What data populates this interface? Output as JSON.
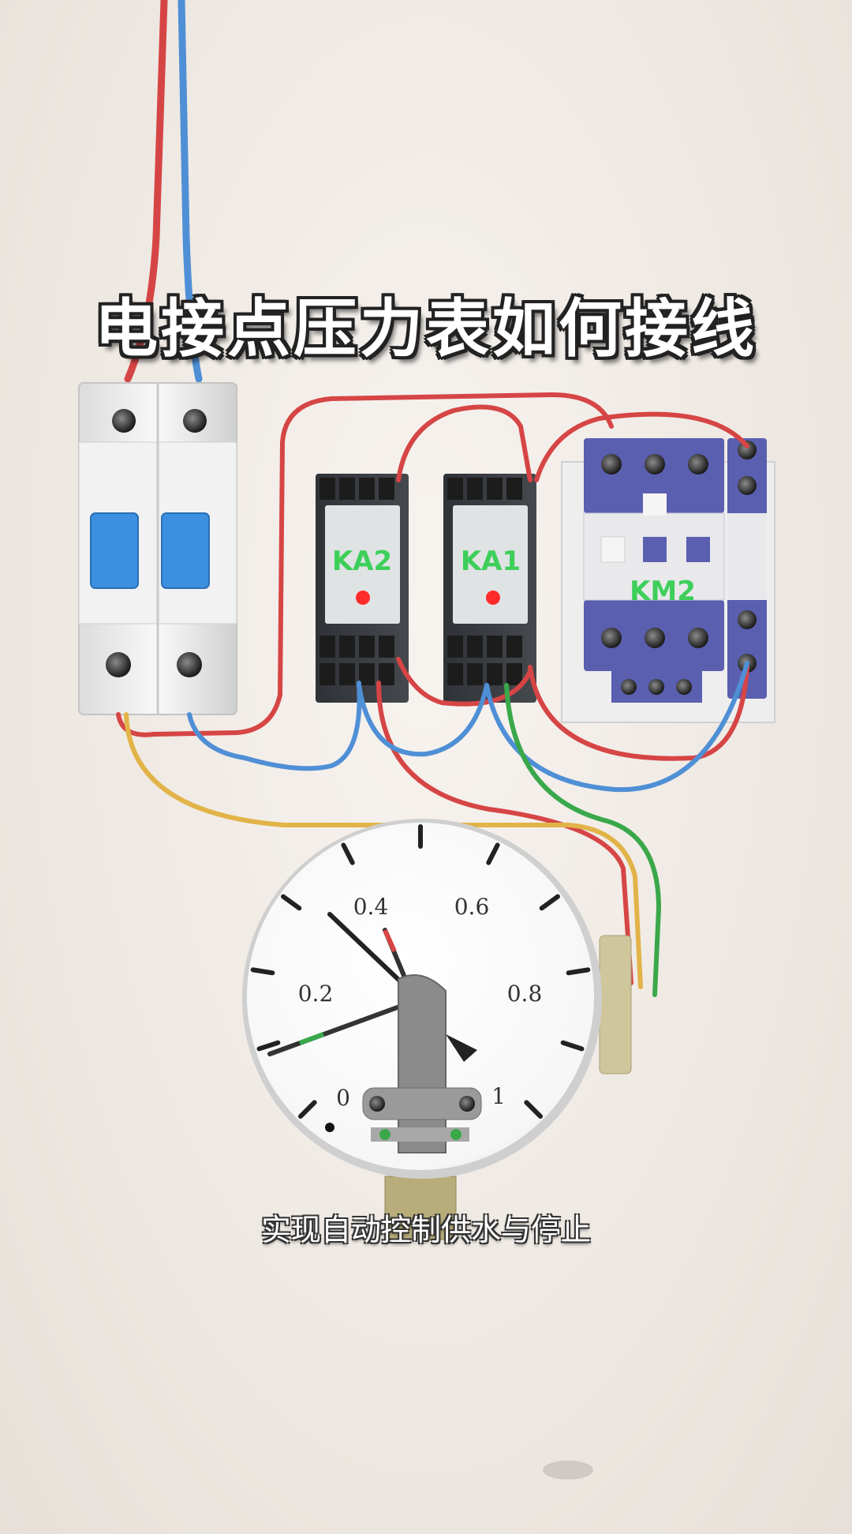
{
  "title": "电接点压力表如何接线",
  "subtitle": "实现自动控制供水与停止",
  "devices": {
    "relay_left_label": "KA2",
    "relay_right_label": "KA1",
    "contactor_label": "KM2"
  },
  "gauge": {
    "scale_labels": [
      "0",
      "0.2",
      "0.4",
      "0.6",
      "0.8",
      "1"
    ]
  },
  "colors": {
    "wire_red": "#d64545",
    "wire_blue": "#4f8fd6",
    "wire_yellow": "#e2b348",
    "wire_green": "#3aa84a",
    "label_green": "#3ecf5a",
    "contactor_blue": "#5a5fb0",
    "breaker_handle": "#3d8fe0"
  }
}
